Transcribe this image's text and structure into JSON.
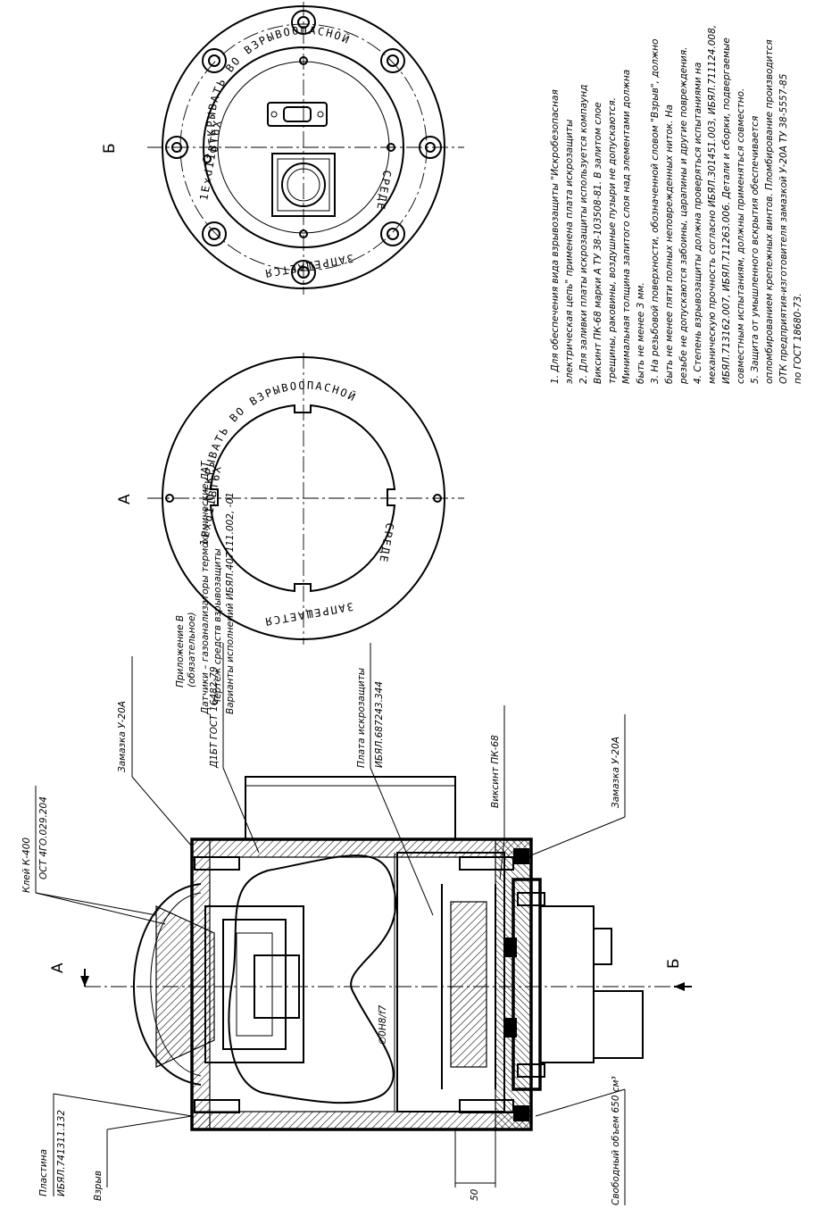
{
  "header": {
    "lines": [
      "Приложение В",
      "(обязательное)",
      "Датчики – газоанализаторы термохимические ДАТ",
      "Чертеж средств взрывозащиты",
      "Варианты исполнений ИБЯЛ.407111.002, -01"
    ]
  },
  "views": {
    "view_a": "А",
    "view_b": "Б",
    "section_a": "А",
    "section_b": "Б"
  },
  "arc_text": {
    "open": "ОТКРЫВАТЬ",
    "explosive": "ВО ВЗРЫВООПАСНОЙ",
    "env": "СРЕДЕ",
    "forbidden": "ЗАПРЕЩАЕТСЯ",
    "marking": "1ExdIIBT6X"
  },
  "callouts": {
    "glue": "Клей К-400",
    "glue_std": "ОСТ 4ГО.029.204",
    "compound_top": "Замазка У-20А",
    "thread": "Д1БТ ГОСТ 16482-79",
    "board": "Плата искрозащиты",
    "board_code": "ИБЯЛ.687243.344",
    "vixint": "Виксинт ПК-68",
    "compound_bottom": "Замазка У-20А",
    "free_volume": "Свободный объем 650 см³",
    "plate": "Пластина",
    "plate_code": "ИБЯЛ.741311.132",
    "vzryv": "Взрыв",
    "dim_clearance": "∅0Н8/f7",
    "dim_gap": "50"
  },
  "notes": [
    "1. Для обеспечения вида взрывозащиты \"Искробезопасная",
    "электрическая цепь\" применена плата искрозащиты",
    "2. Для заливки платы искрозащиты используется компаунд",
    "Виксинт ПК-68 марки А ТУ 38-103508-81. В залитом слое",
    "трещины, раковины, воздушные пузыри не допускаются.",
    "Минимальная толщина залитого слоя над элементами должна",
    "быть не менее 3 мм.",
    "3. На резьбовой поверхности, обозначенной словом \"Взрыв\", должно",
    "быть не менее пяти полных неповрежденных ниток. На",
    "резьбе не допускаются забоины, царапины и другие повреждения.",
    "4. Степень взрывозащиты должна проверяться испытаниями на",
    "механическую прочность согласно ИБЯЛ.301451.003, ИБЯЛ.711124.008,",
    "ИБЯЛ.713162.007, ИБЯЛ.711263.006. Детали и сборки, подвергаемые",
    "совместным испытаниям, должны применяться совместно.",
    "5. Защита от умышленного вскрытия обеспечивается",
    "опломбированием крепежных винтов. Пломбирование производится",
    "ОТК предприятия-изготовителя замазкой У-20А ТУ 38-5557-85",
    "по ГОСТ 18680-73."
  ]
}
